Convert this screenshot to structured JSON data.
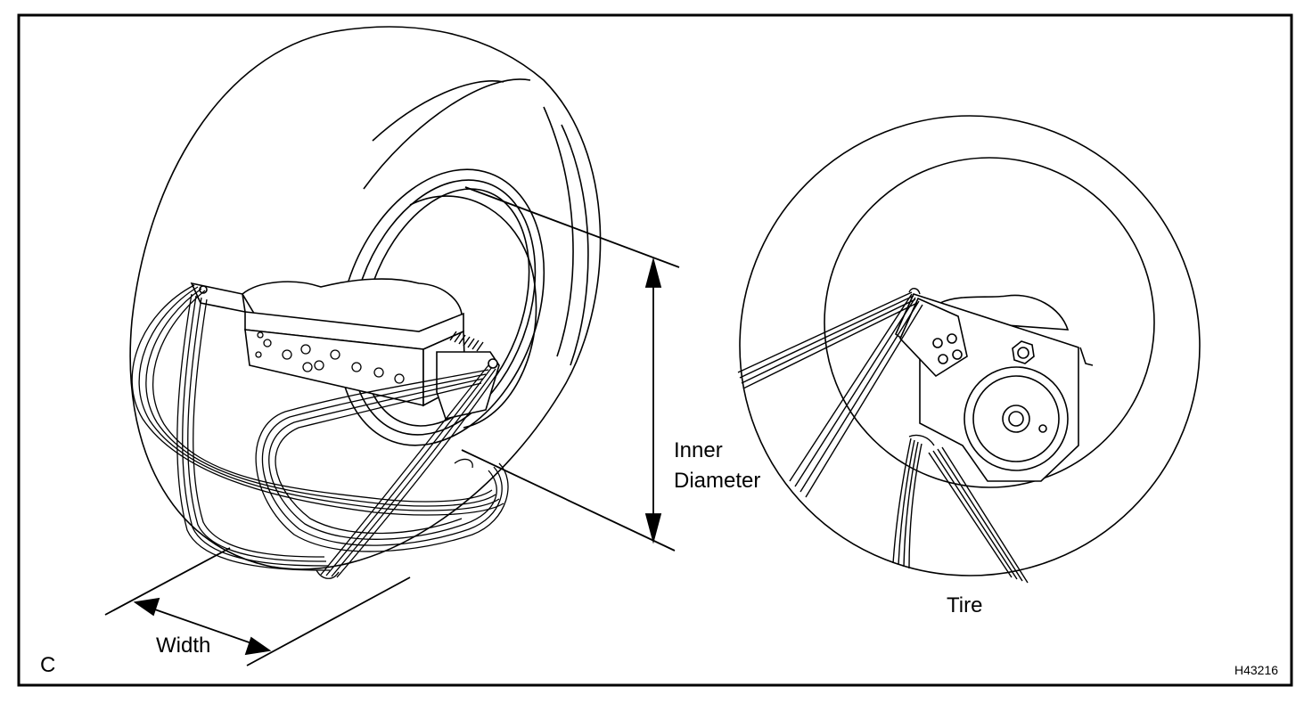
{
  "labels": {
    "inner_diameter_line1": "Inner",
    "inner_diameter_line2": "Diameter",
    "width": "Width",
    "tire": "Tire",
    "corner_mark": "C",
    "figure_id": "H43216"
  },
  "colors": {
    "ink": "#000000",
    "paper": "#ffffff"
  }
}
